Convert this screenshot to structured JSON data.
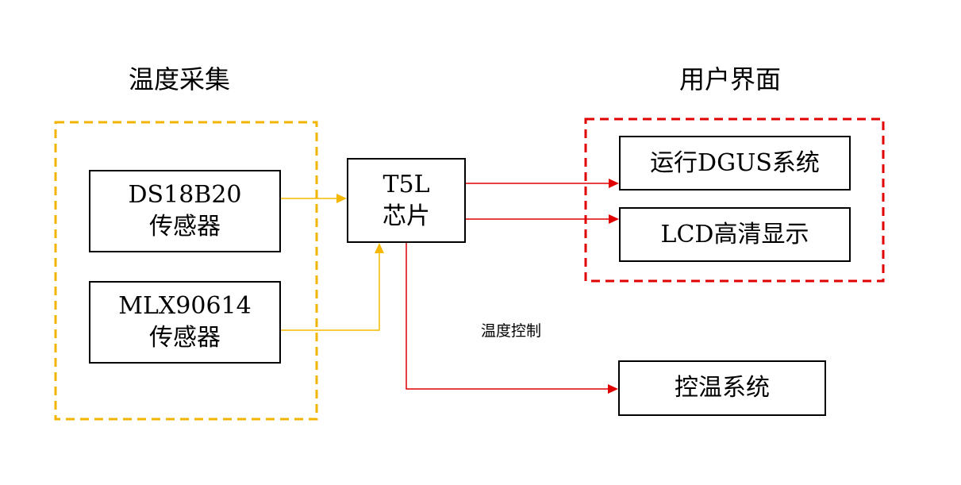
{
  "colors": {
    "acquisition_border": "#f2b400",
    "ui_border": "#e00000",
    "sensor_arrow": "#f5b800",
    "output_arrow": "#e00000",
    "box_border": "#000000"
  },
  "groups": {
    "acquisition": {
      "title": "温度采集"
    },
    "ui": {
      "title": "用户界面"
    }
  },
  "nodes": {
    "ds18b20": {
      "line1": "DS18B20",
      "line2": "传感器"
    },
    "mlx90614": {
      "line1": "MLX90614",
      "line2": "传感器"
    },
    "t5l": {
      "line1": "T5L",
      "line2": "芯片"
    },
    "dgus": {
      "label": "运行DGUS系统"
    },
    "lcd": {
      "label": "LCD高清显示"
    },
    "control": {
      "label": "控温系统"
    }
  },
  "edges": [
    {
      "from": "ds18b20",
      "to": "t5l",
      "label": ""
    },
    {
      "from": "mlx90614",
      "to": "t5l",
      "label": ""
    },
    {
      "from": "t5l",
      "to": "dgus",
      "label": ""
    },
    {
      "from": "t5l",
      "to": "lcd",
      "label": ""
    },
    {
      "from": "t5l",
      "to": "control",
      "label": "温度控制"
    }
  ]
}
